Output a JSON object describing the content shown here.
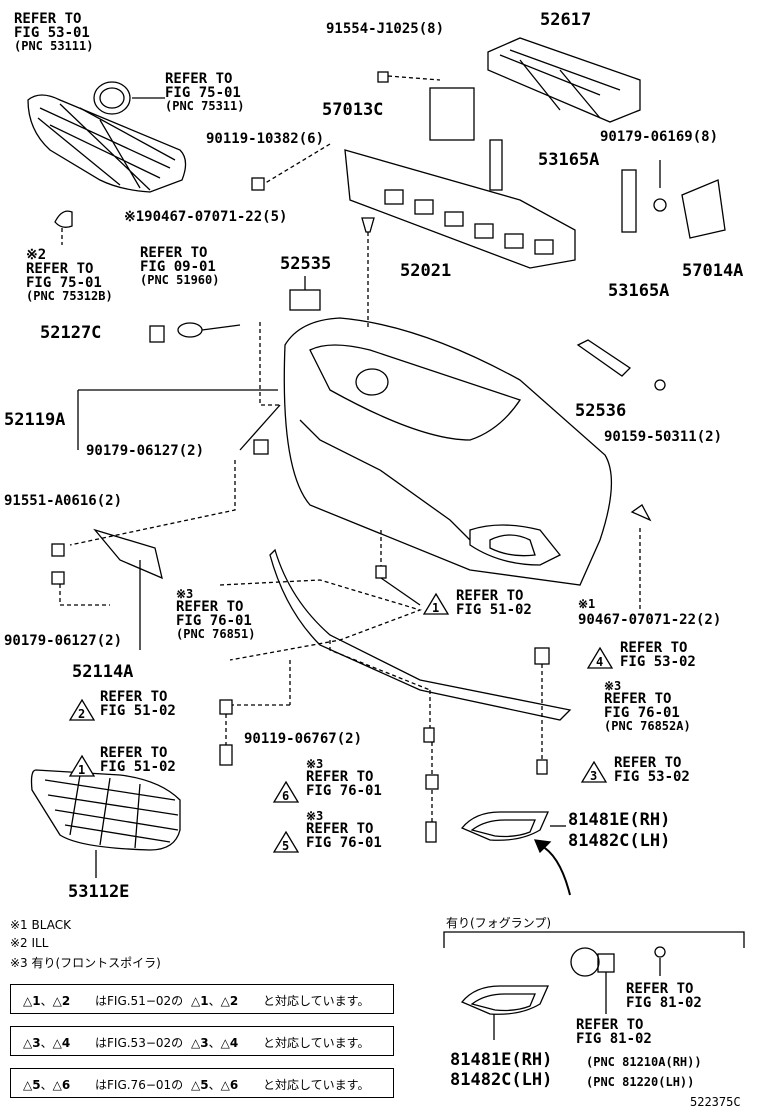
{
  "labels": {
    "ref_53_01": [
      "REFER TO",
      "FIG 53-01",
      "(PNC 53111)"
    ],
    "ref_75_01": [
      "REFER TO",
      "FIG 75-01",
      "(PNC 75311)"
    ],
    "ref_75_01b": [
      "※2",
      "REFER TO",
      "FIG 75-01",
      "(PNC 75312B)"
    ],
    "ref_09_01": [
      "REFER TO",
      "FIG 09-01",
      "(PNC 51960)"
    ],
    "p91554": "91554-J1025(8)",
    "p52617": "52617",
    "p57013C": "57013C",
    "p90119_10382": "90119-10382(6)",
    "p90179_06169": "90179-06169(8)",
    "p53165A_1": "53165A",
    "p90467_top": "※190467-07071-22(5)",
    "p52535": "52535",
    "p52021": "52021",
    "p53165A_2": "53165A",
    "p57014A": "57014A",
    "p52127C": "52127C",
    "p52119A": "52119A",
    "p90179_06127_a": "90179-06127(2)",
    "p52536": "52536",
    "p90159": "90159-50311(2)",
    "p91551": "91551-A0616(2)",
    "ref_76_01_a": [
      "※3",
      "REFER TO",
      "FIG 76-01",
      "(PNC 76851)"
    ],
    "ref_51_02_a": [
      "REFER TO",
      "FIG 51-02"
    ],
    "p90467_right": "※1",
    "p90467_right_b": "90467-07071-22(2)",
    "p90179_06127_b": "90179-06127(2)",
    "p52114A": "52114A",
    "ref_53_02_a": [
      "REFER TO",
      "FIG 53-02"
    ],
    "ref_76_01_b": [
      "※3",
      "REFER TO",
      "FIG 76-01",
      "(PNC 76852A)"
    ],
    "ref_51_02_b": [
      "REFER TO",
      "FIG 51-02"
    ],
    "p90119_06767": "90119-06767(2)",
    "ref_51_02_c": [
      "REFER TO",
      "FIG 51-02"
    ],
    "ref_53_02_b": [
      "REFER TO",
      "FIG 53-02"
    ],
    "ref_76_01_c": [
      "※3",
      "REFER TO",
      "FIG 76-01"
    ],
    "ref_76_01_d": [
      "※3",
      "REFER TO",
      "FIG 76-01"
    ],
    "p81481E": "81481E(RH)",
    "p81482C": "81482C(LH)",
    "p53112E": "53112E",
    "ref_81_02_a": [
      "REFER TO",
      "FIG 81-02"
    ],
    "ref_81_02_b": [
      "REFER TO",
      "FIG 81-02"
    ],
    "p81481E_b": "81481E(RH)",
    "p81482C_b": "81482C(LH)",
    "pnc_81210A": "(PNC 81210A(RH))",
    "pnc_81220": "(PNC 81220(LH))",
    "fig_id": "522375C"
  },
  "triangles": {
    "t1_center": "1",
    "t4": "4",
    "t2": "2",
    "t1_left": "1",
    "t6": "6",
    "t3": "3",
    "t5": "5"
  },
  "notes": {
    "n1": "※1 BLACK",
    "n2": "※2 ILL",
    "n3": "※3 有り(フロントスポイラ)",
    "fog_header": "有り(フォグランプ)"
  },
  "legend": [
    {
      "a": "1",
      "b": "2",
      "fig": "はFIG.51−02の",
      "tail": "と対応しています。"
    },
    {
      "a": "3",
      "b": "4",
      "fig": "はFIG.53−02の",
      "tail": "と対応しています。"
    },
    {
      "a": "5",
      "b": "6",
      "fig": "はFIG.76−01の",
      "tail": "と対応しています。"
    }
  ]
}
